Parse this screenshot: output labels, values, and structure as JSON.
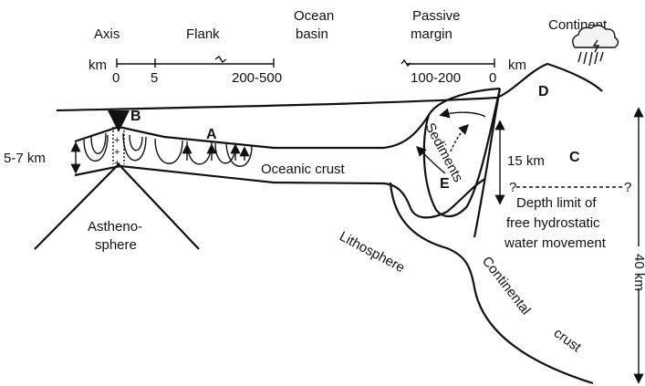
{
  "header": {
    "axis": "Axis",
    "flank": "Flank",
    "ocean_basin_line1": "Ocean",
    "ocean_basin_line2": "basin",
    "passive_margin_line1": "Passive",
    "passive_margin_line2": "margin",
    "continent": "Continent"
  },
  "scale_left": {
    "unit": "km",
    "ticks": [
      "0",
      "5",
      "200-500"
    ]
  },
  "scale_right": {
    "ticks": [
      "100-200",
      "0"
    ],
    "unit": "km"
  },
  "points": {
    "a": "A",
    "b": "B",
    "c": "C",
    "d": "D",
    "e": "E"
  },
  "labels": {
    "crust_thickness": "5-7 km",
    "oceanic_crust": "Oceanic crust",
    "asthenosphere_line1": "Astheno-",
    "asthenosphere_line2": "sphere",
    "lithosphere": "Lithosphere",
    "sediments": "Sediments",
    "depth_15": "15 km",
    "question_left": "?",
    "question_right": "?",
    "depth_limit_line1": "Depth limit of",
    "depth_limit_line2": "free hydrostatic",
    "depth_limit_line3": "water movement",
    "continental": "Continental",
    "crust": "crust",
    "depth_40": "40 km"
  }
}
